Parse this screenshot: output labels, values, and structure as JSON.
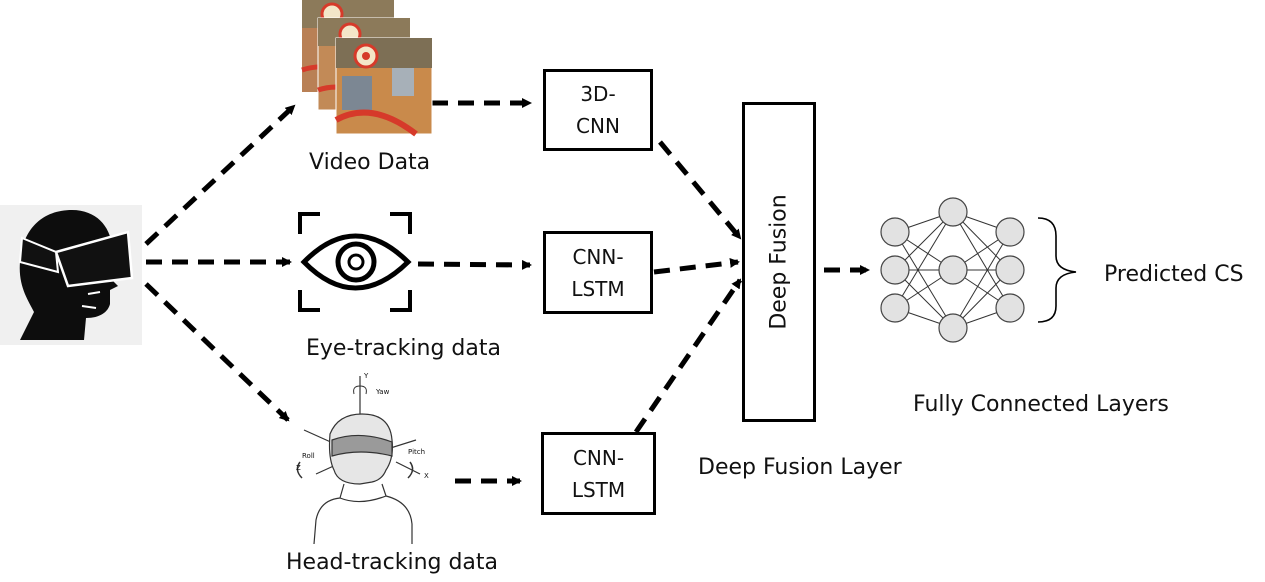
{
  "inputs": {
    "video_label": "Video Data",
    "eye_label": "Eye-tracking data",
    "head_label": "Head-tracking data"
  },
  "head_figure": {
    "axis_y": "Y",
    "yaw": "Yaw",
    "roll": "Roll",
    "pitch": "Pitch",
    "axis_z": "Z",
    "axis_x": "X"
  },
  "models": {
    "cnn3d_line1": "3D-",
    "cnn3d_line2": "CNN",
    "eye_model_line1": "CNN-",
    "eye_model_line2": "LSTM",
    "head_model_line1": "CNN-",
    "head_model_line2": "LSTM"
  },
  "fusion": {
    "box_label": "Deep Fusion",
    "caption": "Deep Fusion Layer"
  },
  "output": {
    "fc_label": "Fully Connected Layers",
    "predicted_label": "Predicted CS"
  },
  "colors": {
    "arrow": "#000000",
    "node_fill": "#e2e2e2",
    "frame_sand": "#c98a4b",
    "frame_sky": "#9a8a6a",
    "target_red": "#d63a2a"
  }
}
